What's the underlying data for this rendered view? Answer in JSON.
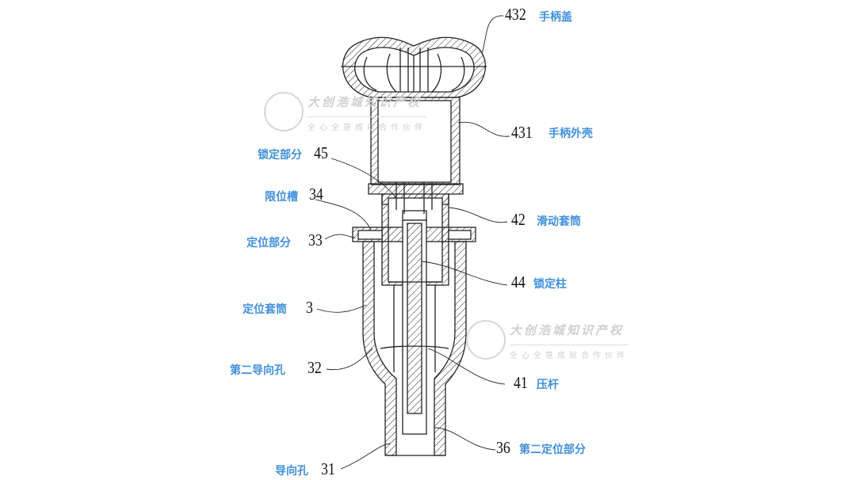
{
  "labels": [
    {
      "id": "432",
      "name": "手柄盖"
    },
    {
      "id": "431",
      "name": "手柄外壳"
    },
    {
      "id": "45",
      "name": "锁定部分"
    },
    {
      "id": "34",
      "name": "限位槽"
    },
    {
      "id": "42",
      "name": "滑动套筒"
    },
    {
      "id": "33",
      "name": "定位部分"
    },
    {
      "id": "44",
      "name": "锁定柱"
    },
    {
      "id": "3",
      "name": "定位套筒"
    },
    {
      "id": "32",
      "name": "第二导向孔"
    },
    {
      "id": "41",
      "name": "压杆"
    },
    {
      "id": "36",
      "name": "第二定位部分"
    },
    {
      "id": "31",
      "name": "导向孔"
    }
  ],
  "watermark": {
    "title": "大创浩城知识产权",
    "slogan": "全心全意成就合作伙伴"
  },
  "colors": {
    "label": "#3f8fdc",
    "line": "#222222"
  }
}
